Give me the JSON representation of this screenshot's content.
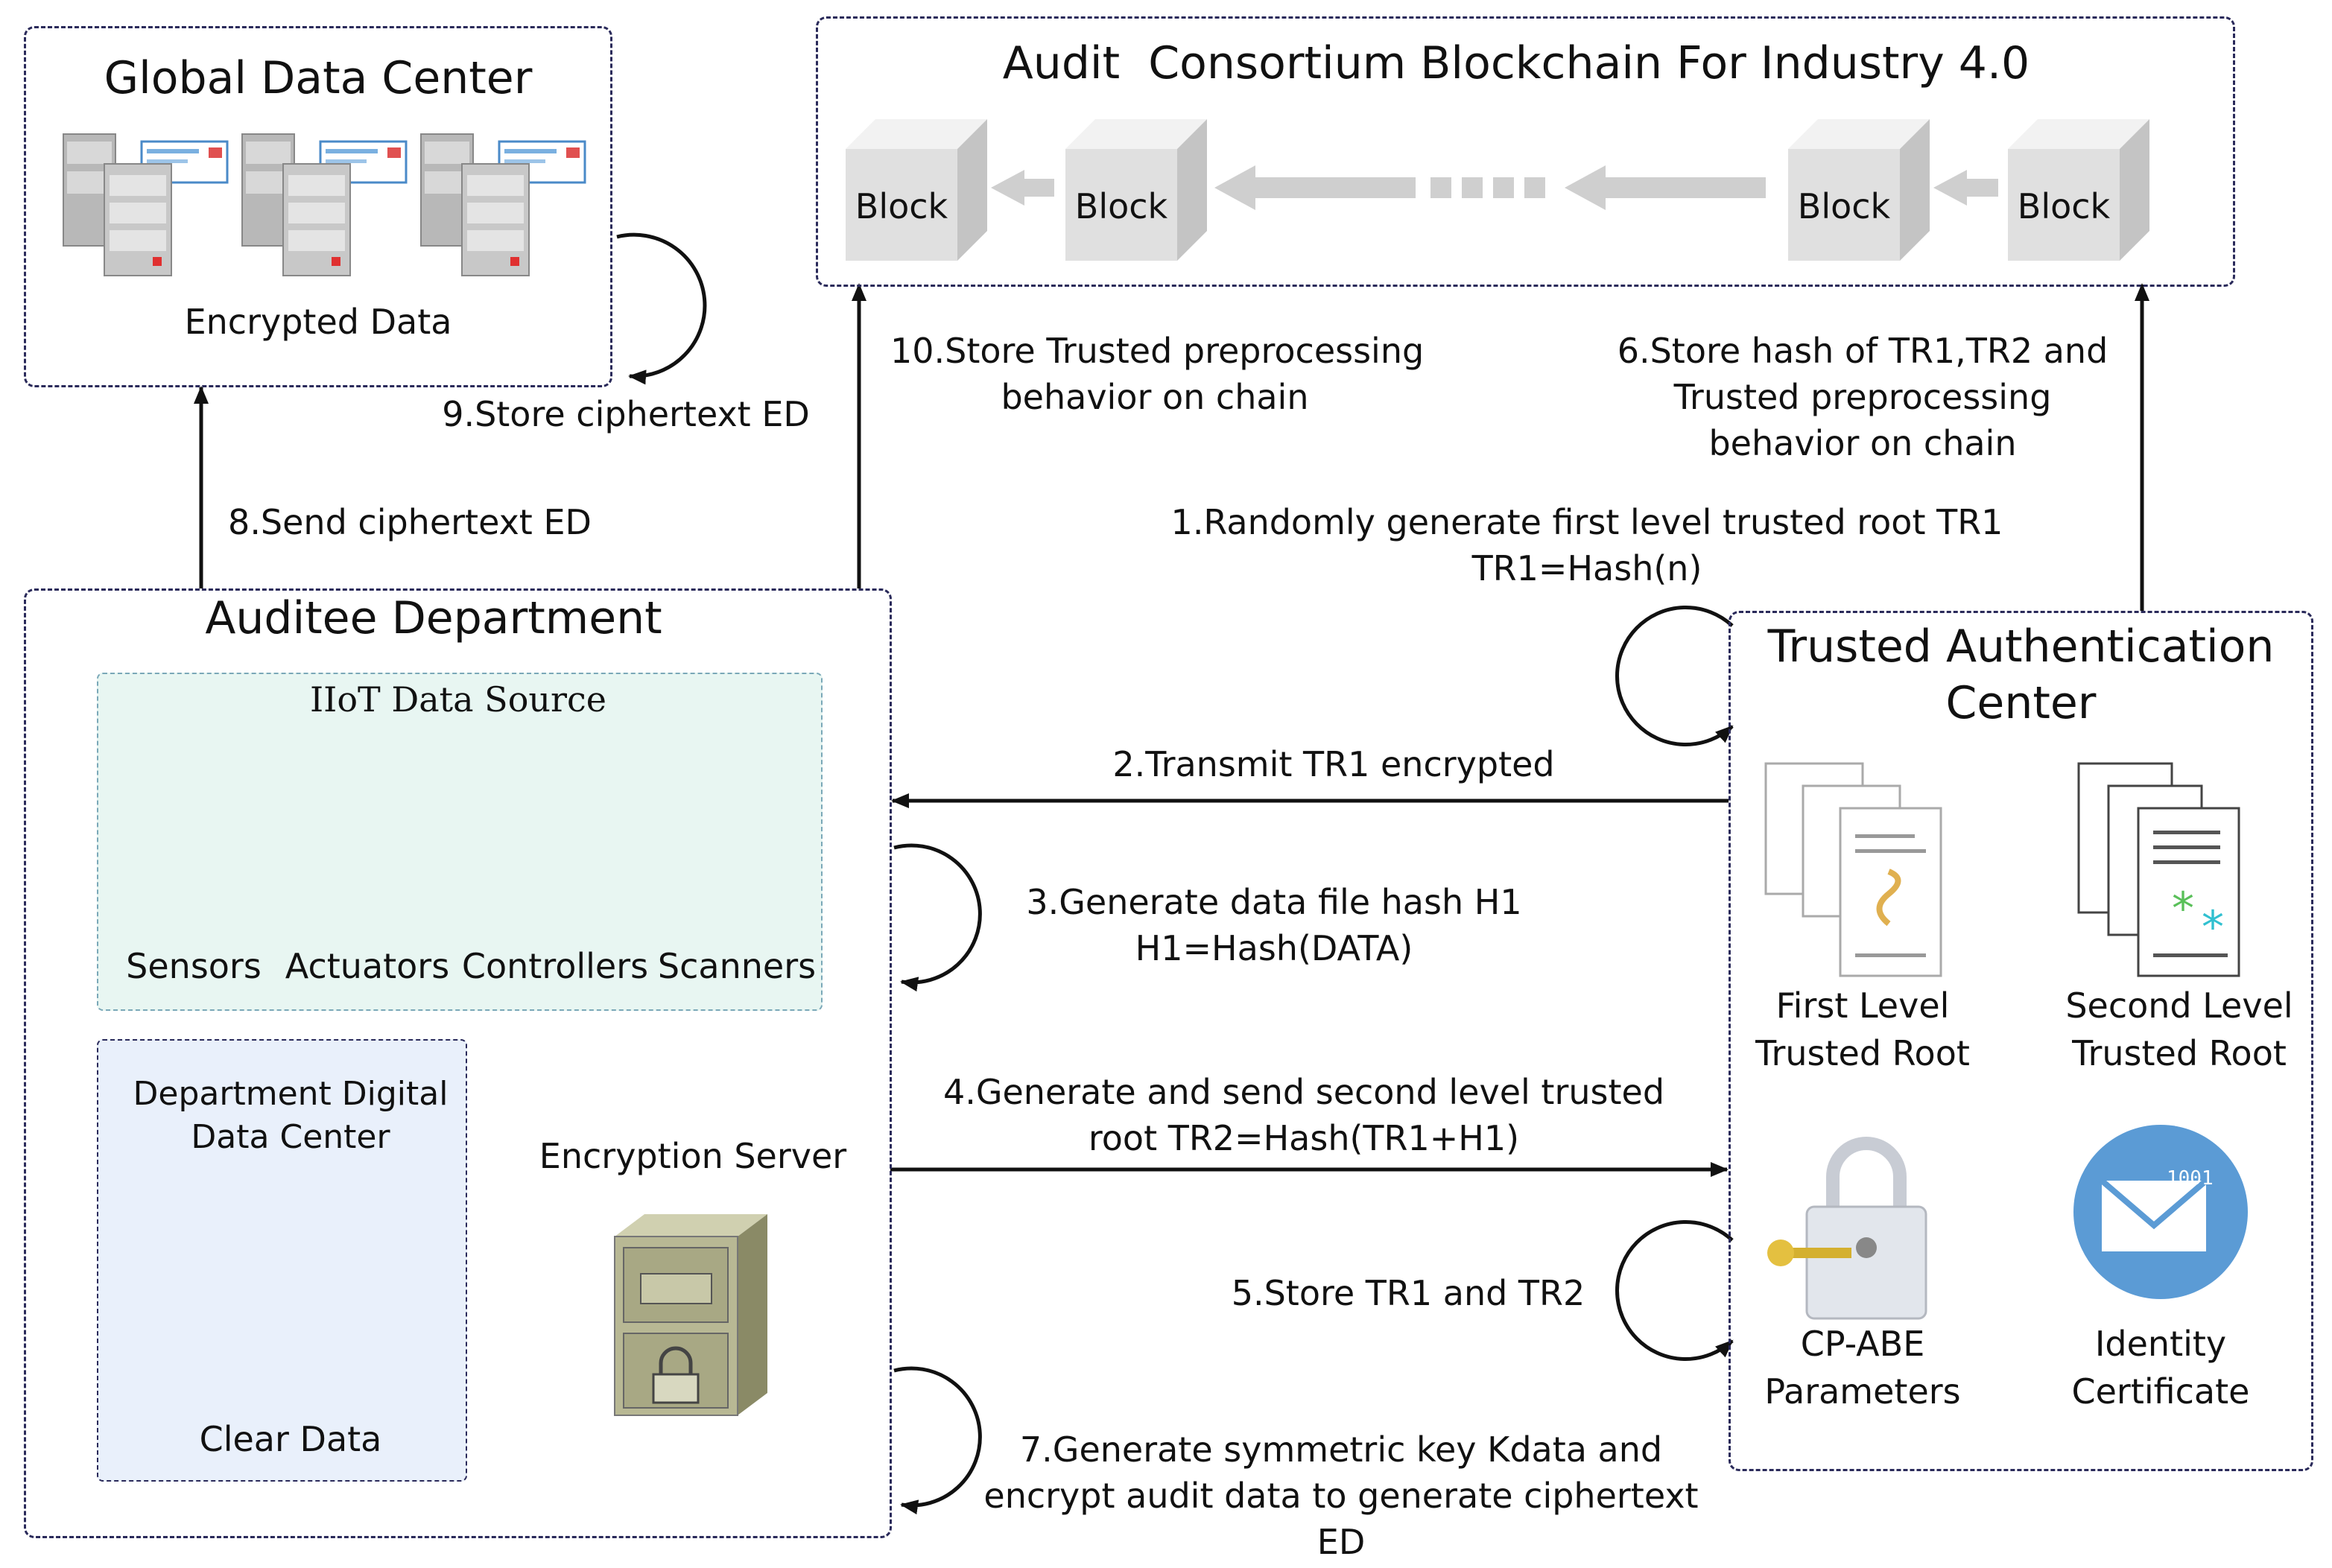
{
  "global_dc": {
    "title": "Global Data Center",
    "data_label": "Encrypted Data"
  },
  "blockchain": {
    "title": "Audit  Consortium Blockchain For Industry 4.0",
    "blocks": [
      "Block",
      "Block",
      "Block",
      "Block"
    ]
  },
  "auditee": {
    "title": "Auditee Department",
    "iiot_title": "IIoT Data Source",
    "devices": [
      "Sensors",
      "Actuators",
      "Controllers",
      "Scanners"
    ],
    "ddc_title": "Department Digital\nData Center",
    "clear_data": "Clear Data",
    "encryption_server": "Encryption Server"
  },
  "tac": {
    "title": "Trusted Authentication\nCenter",
    "items": [
      "First Level\nTrusted Root",
      "Second Level\nTrusted Root",
      "CP-ABE\nParameters",
      "Identity\nCertificate"
    ]
  },
  "steps": {
    "s1": "1.Randomly generate first level trusted root TR1\nTR1=Hash(n)",
    "s2": "2.Transmit TR1 encrypted",
    "s3": "3.Generate data file hash H1\nH1=Hash(DATA)",
    "s4": "4.Generate and send second level trusted\nroot TR2=Hash(TR1+H1)",
    "s5": "5.Store TR1 and TR2",
    "s6": "6.Store hash of TR1,TR2 and\nTrusted preprocessing\nbehavior on chain",
    "s7": "7.Generate symmetric key Kdata and\nencrypt audit data to generate ciphertext\nED",
    "s8": "8.Send ciphertext ED",
    "s9": "9.Store ciphertext ED",
    "s10": "10.Store Trusted preprocessing\nbehavior on chain"
  },
  "colors": {
    "box_border": "#2a2a5a",
    "iiot_bg": "#e8f6f2",
    "ddc_bg": "#e9f0fb",
    "block_face": "#e6e6e6",
    "arrow_gray": "#cfcfcf",
    "cert_blue": "#5b9bd5"
  }
}
